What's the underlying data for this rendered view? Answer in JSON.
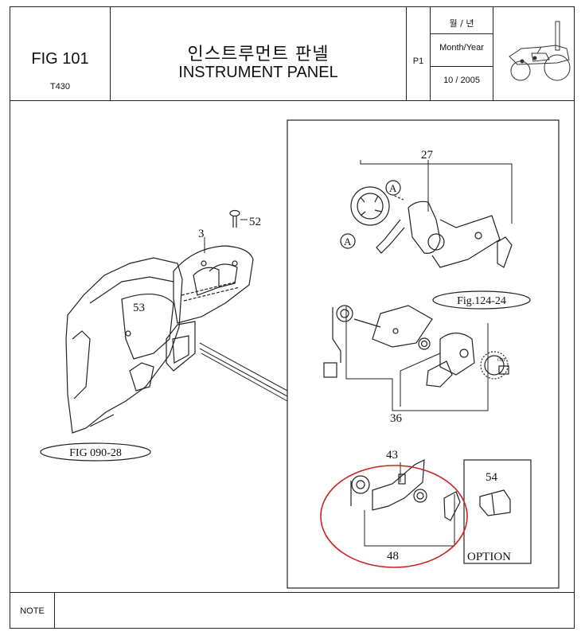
{
  "header": {
    "figure_number": "FIG 101",
    "model": "T430",
    "title_korean": "인스트루먼트 판넬",
    "title_english": "INSTRUMENT PANEL",
    "page": "P1",
    "date_label_korean": "월 / 년",
    "date_label_english": "Month/Year",
    "date_value": "10 / 2005"
  },
  "diagram": {
    "callouts": {
      "bolt": "52",
      "cover": "3",
      "housing": "53",
      "switch_assembly": "27",
      "circle_a_top": "A",
      "circle_a_left": "A",
      "reference_top": "Fig.124-24",
      "reference_left": "FIG 090-28",
      "knob_assembly": "36",
      "knob_off_mark": "OFF",
      "lever_group_top": "43",
      "lever_group_bottom": "48",
      "option_part": "54",
      "option_label": "OPTION"
    },
    "highlight_color": "#cc2222"
  },
  "footer": {
    "note_label": "NOTE"
  }
}
